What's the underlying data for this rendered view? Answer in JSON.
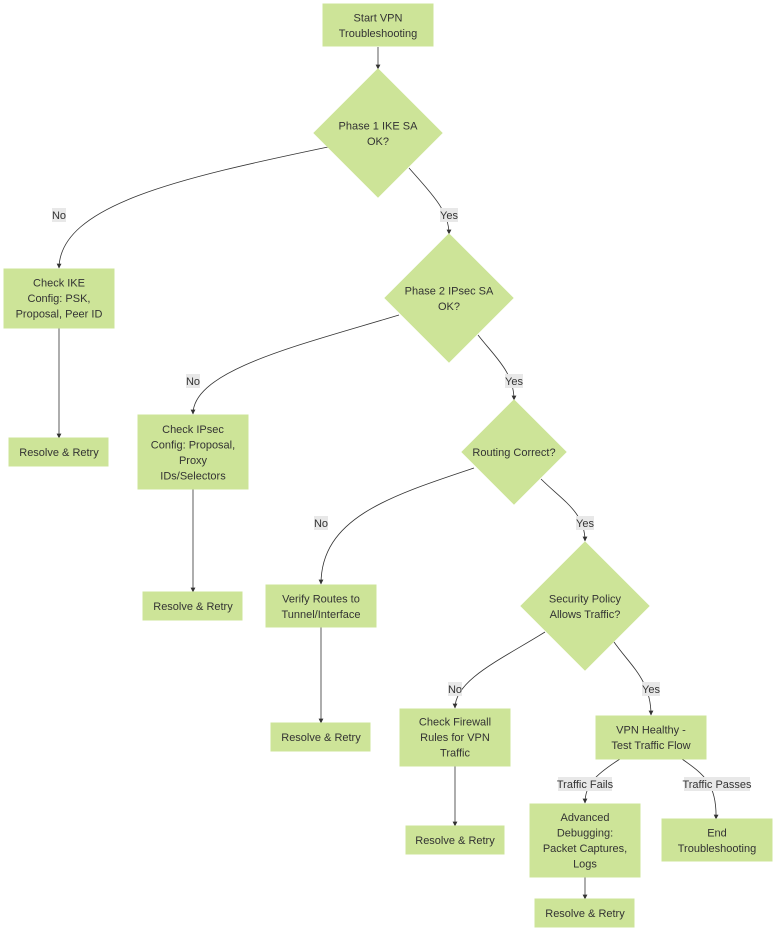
{
  "nodes": {
    "start": [
      "Start VPN",
      "Troubleshooting"
    ],
    "phase1": [
      "Phase 1 IKE SA",
      "OK?"
    ],
    "check_ike": [
      "Check IKE",
      "Config: PSK,",
      "Proposal, Peer ID"
    ],
    "resolve1": [
      "Resolve & Retry"
    ],
    "phase2": [
      "Phase 2 IPsec SA",
      "OK?"
    ],
    "check_ipsec": [
      "Check IPsec",
      "Config: Proposal,",
      "Proxy",
      "IDs/Selectors"
    ],
    "resolve2": [
      "Resolve & Retry"
    ],
    "routing": [
      "Routing Correct?"
    ],
    "verify_routes": [
      "Verify Routes to",
      "Tunnel/Interface"
    ],
    "resolve3": [
      "Resolve & Retry"
    ],
    "security": [
      "Security Policy",
      "Allows Traffic?"
    ],
    "check_fw": [
      "Check Firewall",
      "Rules for VPN",
      "Traffic"
    ],
    "resolve4": [
      "Resolve & Retry"
    ],
    "healthy": [
      "VPN Healthy -",
      "Test Traffic Flow"
    ],
    "adv_debug": [
      "Advanced",
      "Debugging:",
      "Packet Captures,",
      "Logs"
    ],
    "resolve5": [
      "Resolve & Retry"
    ],
    "end": [
      "End",
      "Troubleshooting"
    ]
  },
  "edge_labels": {
    "p1_no": "No",
    "p1_yes": "Yes",
    "p2_no": "No",
    "p2_yes": "Yes",
    "rt_no": "No",
    "rt_yes": "Yes",
    "sp_no": "No",
    "sp_yes": "Yes",
    "traffic_fails": "Traffic Fails",
    "traffic_passes": "Traffic Passes"
  },
  "colors": {
    "node_fill": "#cde498",
    "edge_stroke": "#333333",
    "label_bg": "#e8e8e8"
  }
}
